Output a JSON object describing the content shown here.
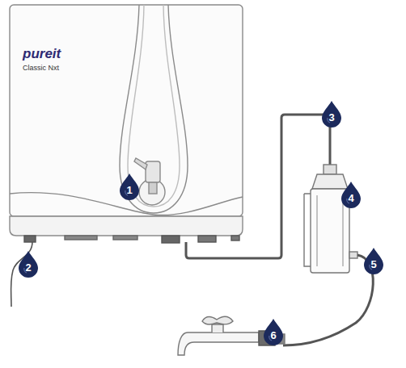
{
  "diagram": {
    "labels": [
      "pureit",
      "Classic Nxt",
      "1",
      "2",
      "3",
      "4",
      "5",
      "6"
    ]
  }
}
